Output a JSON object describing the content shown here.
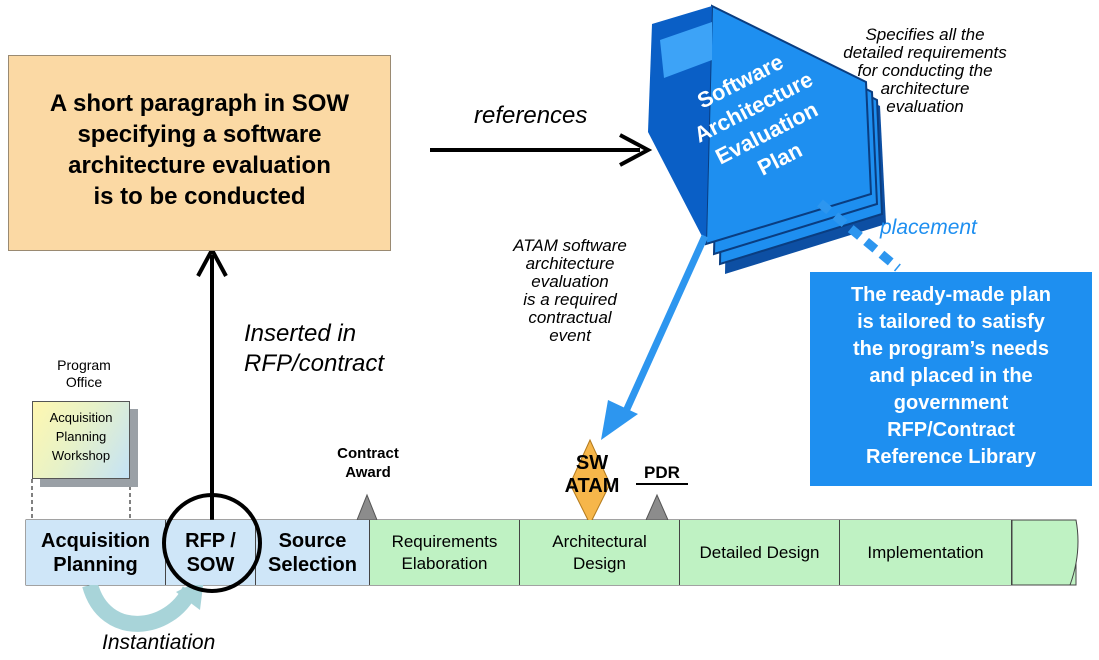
{
  "sow_box": {
    "text": "A short paragraph in SOW\nspecifying a software\narchitecture evaluation\nis to be conducted"
  },
  "labels": {
    "references": "references",
    "inserted": "Inserted in\nRFP/contract",
    "placement": "placement",
    "instantiation": "Instantiation",
    "atam_note": "ATAM software\narchitecture\nevaluation\nis a required\ncontractual\nevent",
    "plan_note": "Specifies all the\ndetailed requirements\nfor conducting the\narchitecture\nevaluation"
  },
  "book": {
    "title": "Software\nArchitecture\nEvaluation\nPlan"
  },
  "blue_box": {
    "text": "The ready-made plan\nis tailored to satisfy\nthe program’s needs\nand placed in the\ngovernment\nRFP/Contract\nReference Library"
  },
  "program_office": {
    "label": "Program\nOffice",
    "workshop": "Acquisition\nPlanning\nWorkshop"
  },
  "milestones": {
    "contract_award": "Contract\nAward",
    "sw_atam": "SW\nATAM",
    "pdr": "PDR"
  },
  "timeline": {
    "acquisition_planning": "Acquisition\nPlanning",
    "rfp_sow": "RFP /\nSOW",
    "source_selection": "Source\nSelection",
    "requirements_elaboration": "Requirements\nElaboration",
    "architectural_design": "Architectural\nDesign",
    "detailed_design": "Detailed Design",
    "implementation": "Implementation"
  },
  "colors": {
    "sow_fill": "#fbd9a4",
    "book_blue": "#1e8ff0",
    "arrow_blue": "#2d96ef",
    "phase_blue": "#cfe6f8",
    "phase_green": "#bff2c3",
    "atam_orange": "#f6b64a"
  }
}
